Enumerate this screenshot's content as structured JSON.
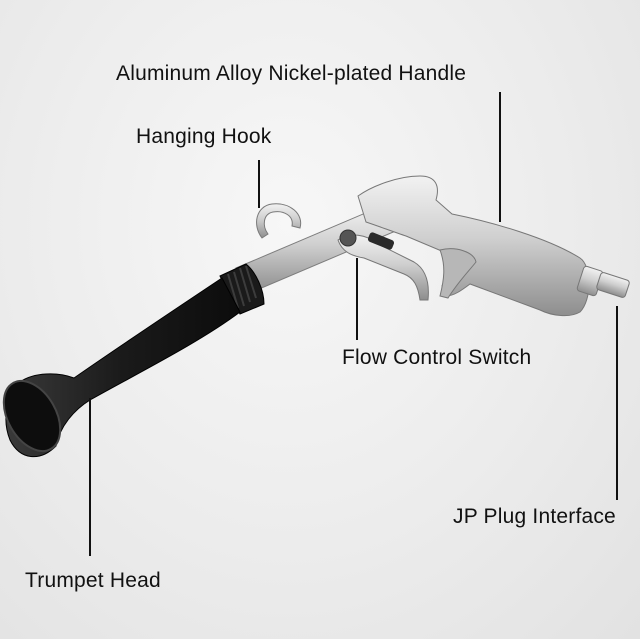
{
  "labels": {
    "handle": "Aluminum Alloy Nickel-plated Handle",
    "hook": "Hanging Hook",
    "switch": "Flow Control Switch",
    "plug": "JP Plug Interface",
    "trumpet": "Trumpet Head"
  },
  "colors": {
    "background": "#ececec",
    "metal": "#c9c9c9",
    "rubber": "#1c1c1c",
    "text": "#111111"
  }
}
